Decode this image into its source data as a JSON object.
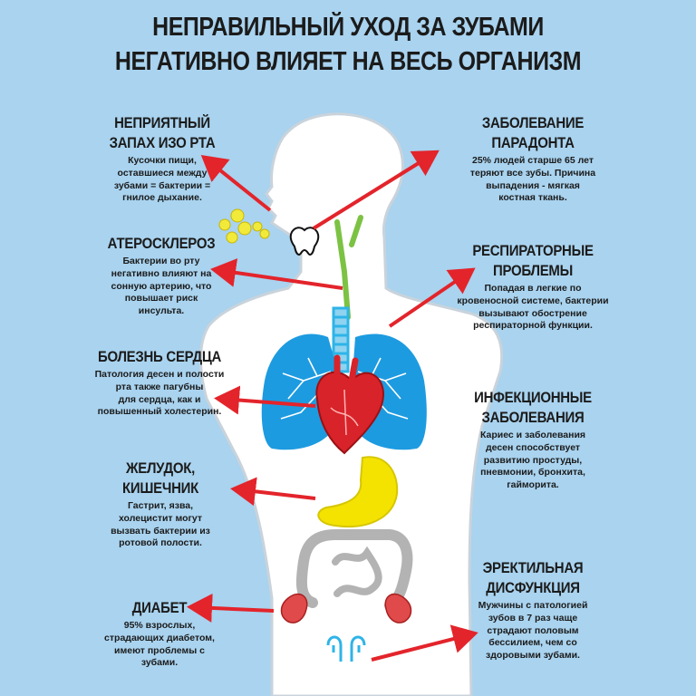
{
  "title": [
    "НЕПРАВИЛЬНЫЙ УХОД ЗА ЗУБАМИ",
    "НЕГАТИВНО ВЛИЯЕТ НА ВЕСЬ ОРГАНИЗМ"
  ],
  "left": [
    {
      "heading": [
        "НЕПРИЯТНЫЙ",
        "ЗАПАХ ИЗО РТА"
      ],
      "desc": [
        "Кусочки пищи,",
        "оставшиеся между",
        "зубами = бактерии =",
        "гнилое дыхание."
      ]
    },
    {
      "heading": [
        "АТЕРОСКЛЕРОЗ"
      ],
      "desc": [
        "Бактерии во рту",
        "негативно влияют на",
        "сонную артерию, что",
        "повышает риск",
        "инсульта."
      ]
    },
    {
      "heading": [
        "БОЛЕЗНЬ СЕРДЦА"
      ],
      "desc": [
        "Патология десен и полости",
        "рта также пагубны",
        "для сердца, как и",
        "повышенный холестерин."
      ]
    },
    {
      "heading": [
        "ЖЕЛУДОК,",
        "КИШЕЧНИК"
      ],
      "desc": [
        "Гастрит, язва,",
        "холецистит могут",
        "вызвать бактерии из",
        "ротовой полости."
      ]
    },
    {
      "heading": [
        "ДИАБЕТ"
      ],
      "desc": [
        "95% взрослых,",
        "страдающих диабетом,",
        "имеют проблемы с",
        "зубами."
      ]
    }
  ],
  "right": [
    {
      "heading": [
        "ЗАБОЛЕВАНИЕ",
        "ПАРАДОНТА"
      ],
      "desc": [
        "25% людей старше 65 лет",
        "теряют все зубы. Причина",
        "выпадения - мягкая",
        "костная ткань."
      ]
    },
    {
      "heading": [
        "РЕСПИРАТОРНЫЕ",
        "ПРОБЛЕМЫ"
      ],
      "desc": [
        "Попадая в легкие по",
        "кровеносной системе, бактерии",
        "вызывают обострение",
        "респираторной функции."
      ]
    },
    {
      "heading": [
        "ИНФЕКЦИОННЫЕ",
        "ЗАБОЛЕВАНИЯ"
      ],
      "desc": [
        "Кариес и заболевания",
        "десен способствует",
        "развитию простуды,",
        "пневмонии, бронхита,",
        "гайморита."
      ]
    },
    {
      "heading": [
        "ЭРЕКТИЛЬНАЯ",
        "ДИСФУНКЦИЯ"
      ],
      "desc": [
        "Мужчины с патологией",
        "зубов в 7 раз чаще",
        "страдают половым",
        "бессилием, чем со",
        "здоровыми зубами."
      ]
    }
  ],
  "colors": {
    "background": "#a9d3ef",
    "arrow": "#e3242b",
    "lung": "#1d9be0",
    "heart": "#d8232a",
    "stomach": "#f4e300",
    "trachea": "#2eb4e8",
    "intestine": "#b3b3b3",
    "kidney": "#e04a4a"
  }
}
